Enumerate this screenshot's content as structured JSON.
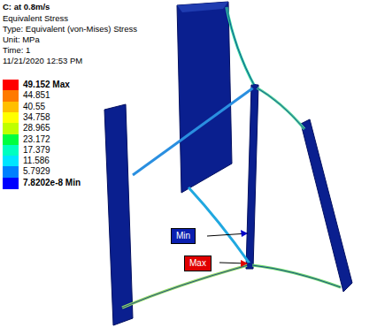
{
  "diagram": {
    "title": "C: at 0.8m/s",
    "labels": [
      "Equivalent Stress",
      "Type: Equivalent (von-Mises) Stress",
      "Unit: MPa",
      "Time: 1",
      "11/21/2020 12:53 PM",
      "Min",
      "Max"
    ],
    "legend": [
      {
        "text": "49.152 Max",
        "color": "#ff0000"
      },
      {
        "text": "44.851",
        "color": "#ff7a00"
      },
      {
        "text": "40.55",
        "color": "#ffbf00"
      },
      {
        "text": "34.758",
        "color": "#ffff00"
      },
      {
        "text": "28.965",
        "color": "#bfff00"
      },
      {
        "text": "23.172",
        "color": "#00ff40"
      },
      {
        "text": "17.379",
        "color": "#00ffbf"
      },
      {
        "text": "11.586",
        "color": "#00e5ff"
      },
      {
        "text": "5.7929",
        "color": "#0080ff"
      },
      {
        "text": "7.8202e-8 Min",
        "color": "#0000ff"
      }
    ]
  }
}
